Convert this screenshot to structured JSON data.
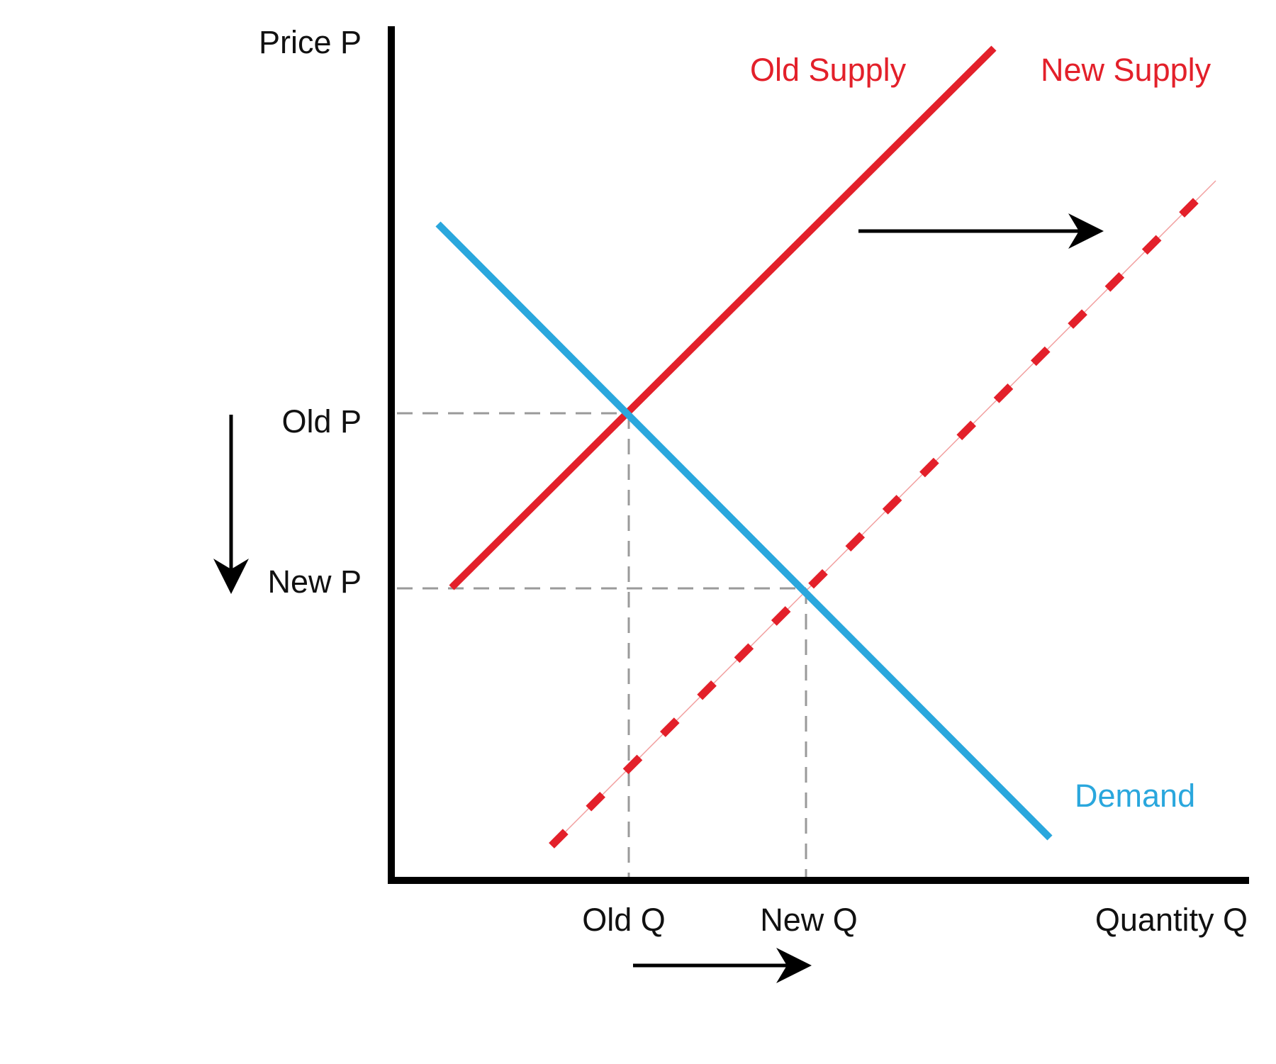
{
  "diagram": {
    "axes": {
      "y_label": "Price P",
      "x_label": "Quantity Q"
    },
    "curves": {
      "old_supply_label": "Old Supply",
      "new_supply_label": "New Supply",
      "demand_label": "Demand"
    },
    "equilibria": {
      "old_price_label": "Old P",
      "new_price_label": "New P",
      "old_quantity_label": "Old Q",
      "new_quantity_label": "New Q"
    },
    "colors": {
      "supply": "#e3202a",
      "demand": "#2aa7dd",
      "axes": "#000000",
      "guides": "#9a9a9a"
    }
  }
}
